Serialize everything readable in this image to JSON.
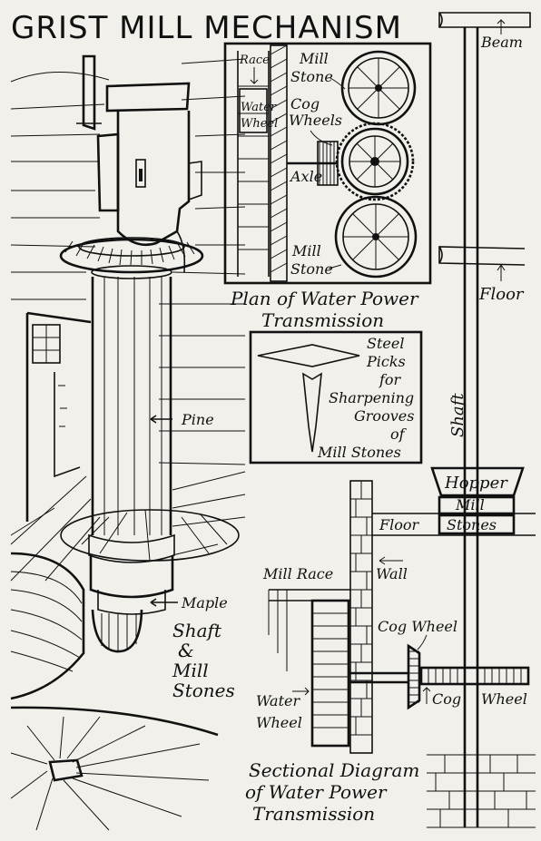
{
  "title": "GRIST MILL MECHANISM",
  "plan": {
    "labels": {
      "race": "Race",
      "water_wheel_line1": "Water",
      "water_wheel_line2": "Wheel",
      "mill_stone_top_line1": "Mill",
      "mill_stone_top_line2": "Stone",
      "cog_wheels_line1": "Cog",
      "cog_wheels_line2": "Wheels",
      "axle": "Axle",
      "mill_stone_bottom_line1": "Mill",
      "mill_stone_bottom_line2": "Stone"
    },
    "caption_line1": "Plan of Water Power",
    "caption_line2": "Transmission"
  },
  "picks": {
    "line1": "Steel",
    "line2": "Picks",
    "line3": "for",
    "line4": "Sharpening",
    "line5": "Grooves",
    "line6": "of",
    "line7": "Mill Stones"
  },
  "shaft_side": {
    "beam": "Beam",
    "floor": "Floor",
    "shaft": "Shaft"
  },
  "section": {
    "hopper": "Hopper",
    "mill": "Mill",
    "stones": "Stones",
    "floor": "Floor",
    "mill_race": "Mill Race",
    "wall": "Wall",
    "cog_wheel": "Cog Wheel",
    "water_wheel_line1": "Water",
    "water_wheel_line2": "Wheel",
    "cog": "Cog",
    "wheel": "Wheel",
    "caption_line1": "Sectional Diagram",
    "caption_line2": "of Water Power",
    "caption_line3": "Transmission"
  },
  "illustration": {
    "pine": "Pine",
    "maple": "Maple",
    "caption_line1": "Shaft",
    "caption_line2": "&",
    "caption_line3": "Mill",
    "caption_line4": "Stones"
  }
}
